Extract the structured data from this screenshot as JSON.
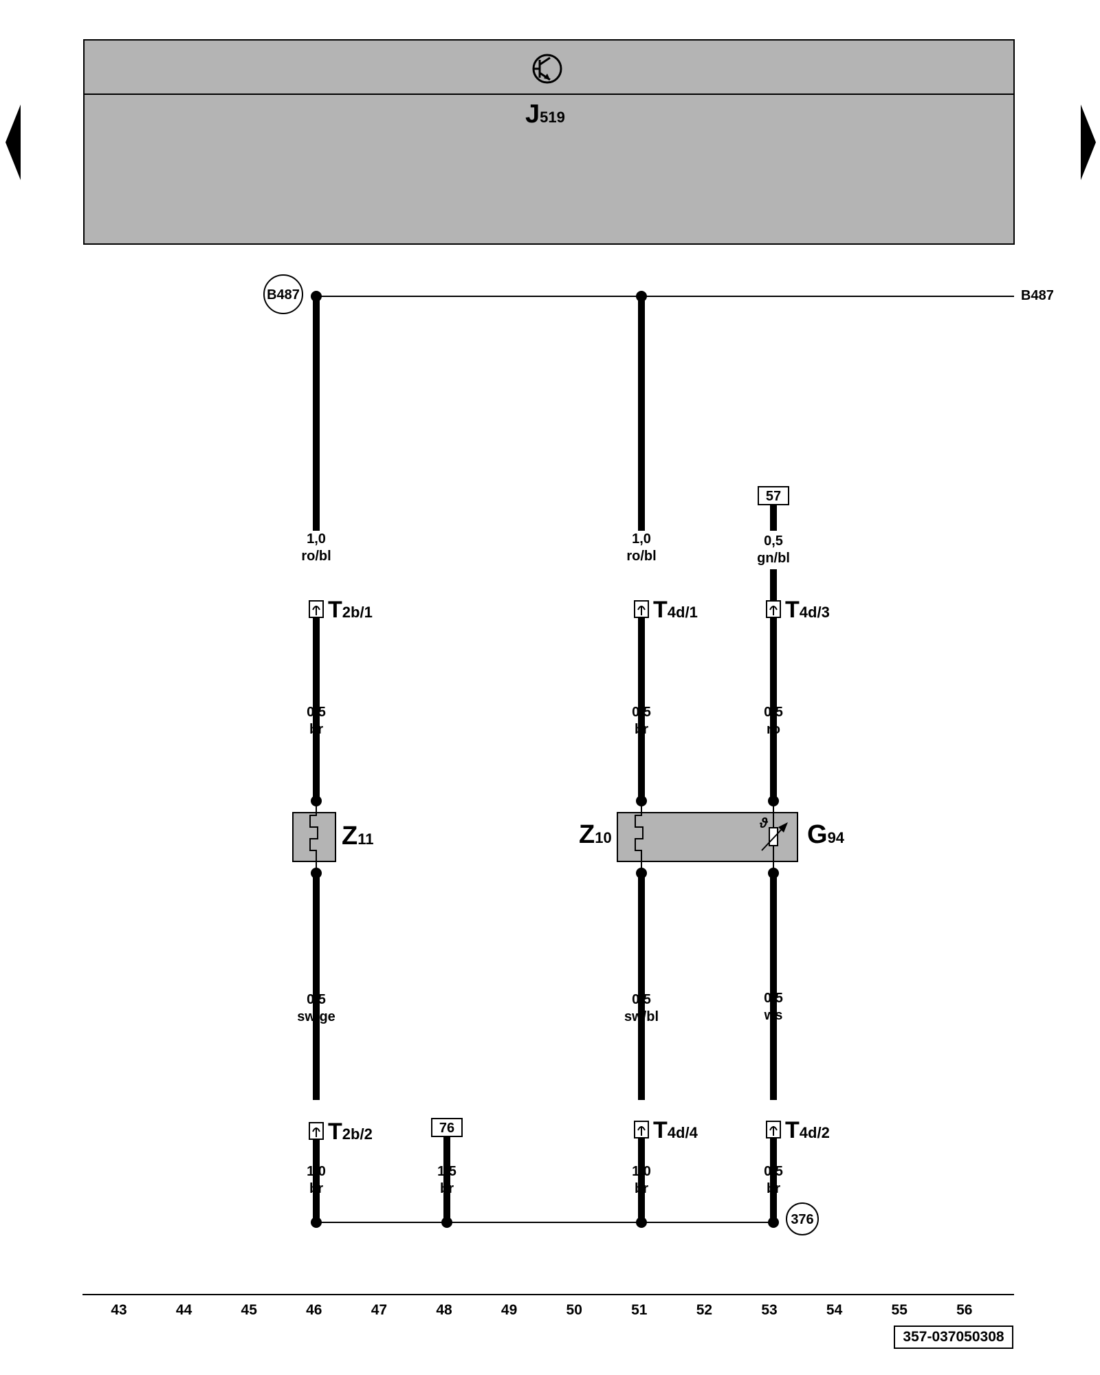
{
  "control_unit": {
    "main": "J",
    "sub": "519"
  },
  "bus_start": "B487",
  "bus_end": "B487",
  "ground": "376",
  "ref_57": "57",
  "ref_76": "76",
  "doc_number": "357-037050308",
  "wires": {
    "c46_top": {
      "size": "1,0",
      "color": "ro/bl"
    },
    "c51_top": {
      "size": "1,0",
      "color": "ro/bl"
    },
    "c53_top": {
      "size": "0,5",
      "color": "gn/bl"
    },
    "c46_mid": {
      "size": "0,5",
      "color": "br"
    },
    "c51_mid": {
      "size": "0,5",
      "color": "br"
    },
    "c53_mid": {
      "size": "0,5",
      "color": "ro"
    },
    "c46_low": {
      "size": "0,5",
      "color": "sw/ge"
    },
    "c51_low": {
      "size": "0,5",
      "color": "sw/bl"
    },
    "c53_low": {
      "size": "0,5",
      "color": "ws"
    },
    "c46_bot": {
      "size": "1,0",
      "color": "br"
    },
    "c48_bot": {
      "size": "1,5",
      "color": "br"
    },
    "c51_bot": {
      "size": "1,0",
      "color": "br"
    },
    "c53_bot": {
      "size": "0,5",
      "color": "br"
    }
  },
  "connectors": {
    "t2b1": {
      "main": "T",
      "sub": "2b/1"
    },
    "t4d1": {
      "main": "T",
      "sub": "4d/1"
    },
    "t4d3": {
      "main": "T",
      "sub": "4d/3"
    },
    "t2b2": {
      "main": "T",
      "sub": "2b/2"
    },
    "t4d4": {
      "main": "T",
      "sub": "4d/4"
    },
    "t4d2": {
      "main": "T",
      "sub": "4d/2"
    }
  },
  "components": {
    "z11": {
      "main": "Z",
      "sub": "11"
    },
    "z10": {
      "main": "Z",
      "sub": "10"
    },
    "g94": {
      "main": "G",
      "sub": "94",
      "symbol": "ϑ"
    }
  },
  "columns": [
    "43",
    "44",
    "45",
    "46",
    "47",
    "48",
    "49",
    "50",
    "51",
    "52",
    "53",
    "54",
    "55",
    "56"
  ],
  "colors": {
    "panel": "#b4b4b4",
    "wire": "#000000",
    "background": "#ffffff"
  }
}
